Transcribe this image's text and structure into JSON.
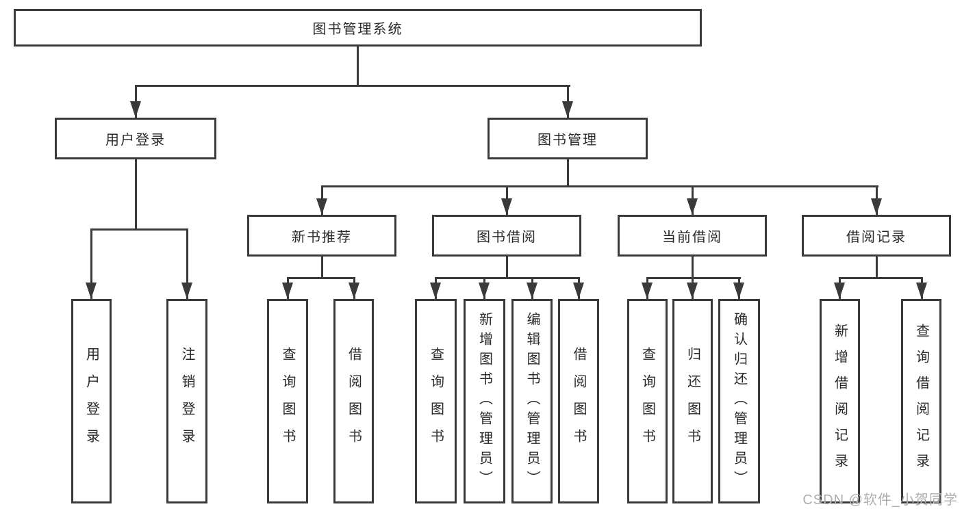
{
  "tree": {
    "root": {
      "label": "图书管理系统",
      "children": [
        {
          "label": "用户登录",
          "children": [
            {
              "label": "用户登录"
            },
            {
              "label": "注销登录"
            }
          ]
        },
        {
          "label": "图书管理",
          "children": [
            {
              "label": "新书推荐",
              "children": [
                {
                  "label": "查询图书"
                },
                {
                  "label": "借阅图书"
                }
              ]
            },
            {
              "label": "图书借阅",
              "children": [
                {
                  "label": "查询图书"
                },
                {
                  "label": "新增图书（管理员）"
                },
                {
                  "label": "编辑图书（管理员）"
                },
                {
                  "label": "借阅图书"
                }
              ]
            },
            {
              "label": "当前借阅",
              "children": [
                {
                  "label": "查询图书"
                },
                {
                  "label": "归还图书"
                },
                {
                  "label": "确认归还（管理员）"
                }
              ]
            },
            {
              "label": "借阅记录",
              "children": [
                {
                  "label": "新增借阅记录"
                },
                {
                  "label": "查询借阅记录"
                }
              ]
            }
          ]
        }
      ]
    }
  },
  "watermark": {
    "text": "CSDN @软件_小贺同学"
  },
  "colors": {
    "line": "#3a3a3a",
    "box_border": "#3a3a3a",
    "text": "#2a2a2a",
    "watermark": "#aeaeae",
    "background": "#ffffff"
  }
}
